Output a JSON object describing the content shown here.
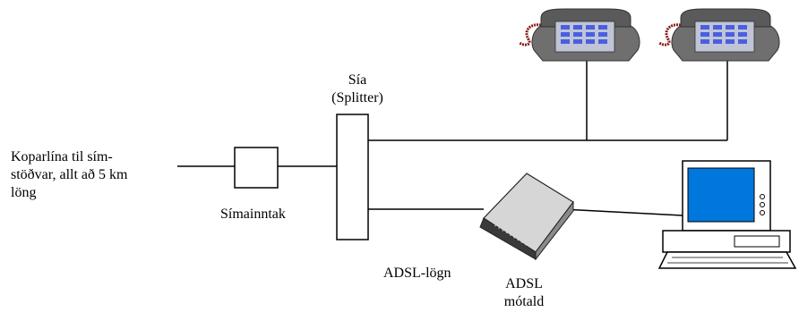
{
  "labels": {
    "copper_line": "Koparlína til sím-\nstöðvar, allt að 5 km\nlöng",
    "phone_jack": "Símainntak",
    "splitter": "Sía\n(Splitter)",
    "adsl_line": "ADSL-lögn",
    "adsl_modem": "ADSL\nmótald"
  },
  "icons": {
    "telephone_1": "telephone-icon",
    "telephone_2": "telephone-icon",
    "modem": "adsl-modem-icon",
    "computer": "computer-icon"
  },
  "colors": {
    "line": "#000000",
    "phone_body": "#6f6f6f",
    "phone_keypad": "#4a5fe0",
    "phone_cord": "#8b1a1a",
    "screen": "#0077dd",
    "monitor_body": "#ffffff"
  }
}
